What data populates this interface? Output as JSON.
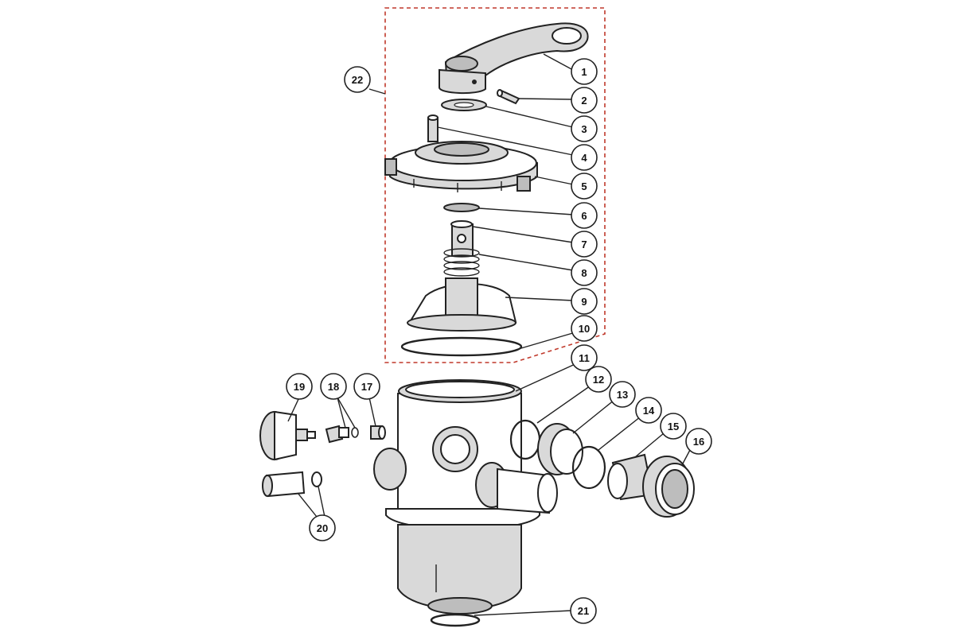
{
  "diagram": {
    "assembly_label": "22",
    "accent_color": "#c0392b",
    "callouts": [
      "1",
      "2",
      "3",
      "4",
      "5",
      "6",
      "7",
      "8",
      "9",
      "10",
      "11",
      "12",
      "13",
      "14",
      "15",
      "16",
      "17",
      "18",
      "19",
      "20",
      "21"
    ]
  }
}
